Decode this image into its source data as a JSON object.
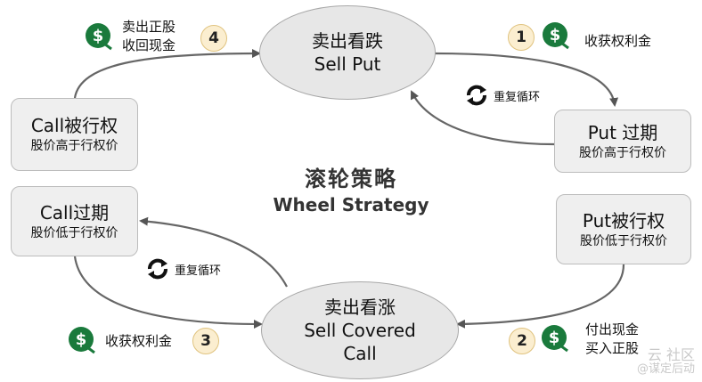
{
  "title": {
    "cn": "滚轮策略",
    "en": "Wheel Strategy"
  },
  "nodes": {
    "sell_put": {
      "cn": "卖出看跌",
      "en": "Sell Put"
    },
    "sell_call": {
      "cn": "卖出看涨",
      "en_line1": "Sell Covered",
      "en_line2": "Call"
    },
    "put_expire": {
      "main": "Put 过期",
      "sub": "股价高于行权价"
    },
    "put_exercised": {
      "main": "Put被行权",
      "sub": "股价低于行权价"
    },
    "call_exercised": {
      "main": "Call被行权",
      "sub": "股价高于行权价"
    },
    "call_expire": {
      "main": "Call过期",
      "sub": "股价低于行权价"
    }
  },
  "steps": {
    "s1": {
      "num": "1",
      "text": "收获权利金"
    },
    "s2": {
      "num": "2",
      "line1": "付出现金",
      "line2": "买入正股"
    },
    "s3": {
      "num": "3",
      "text": "收获权利金"
    },
    "s4": {
      "num": "4",
      "line1": "卖出正股",
      "line2": "收回现金"
    }
  },
  "repeat_label": "重复循环",
  "watermark": {
    "line1": "云 社区",
    "line2": "@谋定后动"
  },
  "icons": [
    "dollar-icon",
    "refresh-icon"
  ],
  "colors": {
    "dollar": "#1a7a3c",
    "badge": "#fbeed0",
    "node": "#e7e7e7",
    "arrow": "#555555"
  }
}
